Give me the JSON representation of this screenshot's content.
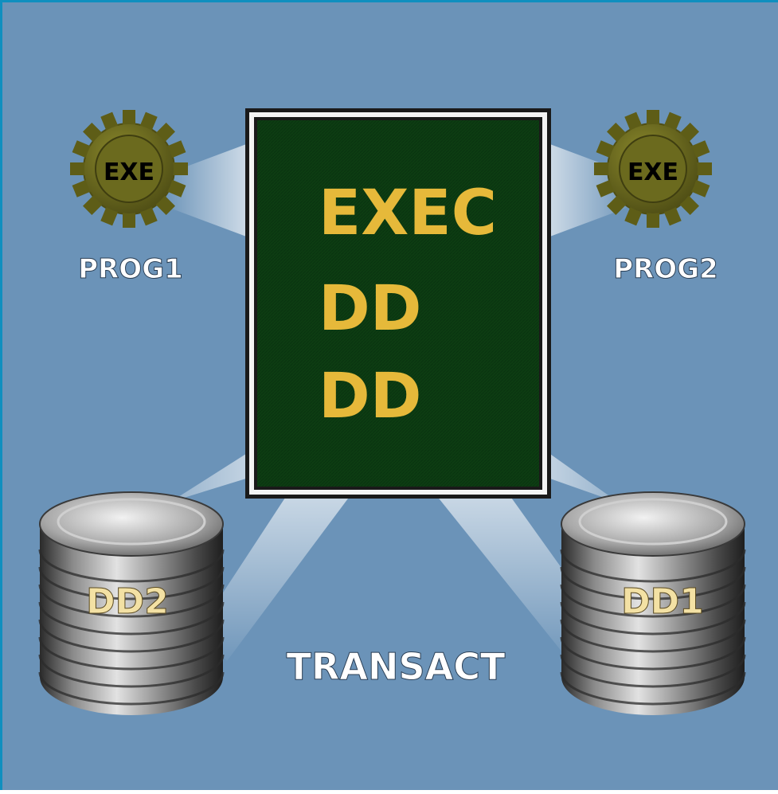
{
  "colors": {
    "background": "#6b93b8",
    "frame": "#0f8fbf",
    "panel": "#0d3d12",
    "panel_text": "#e6b93a",
    "gear": "#6b6a1e",
    "label": "#ffffff",
    "disk_label": "#f3e1a4"
  },
  "panel": {
    "lines": [
      "EXEC",
      "DD",
      "DD"
    ]
  },
  "programs": [
    {
      "icon": "gear-icon",
      "badge": "EXE",
      "name": "PROG1"
    },
    {
      "icon": "gear-icon",
      "badge": "EXE",
      "name": "PROG2"
    }
  ],
  "disks": [
    {
      "icon": "disk-stack-icon",
      "label": "DD2"
    },
    {
      "icon": "disk-stack-icon",
      "label": "DD1"
    }
  ],
  "caption": "TRANSACT"
}
